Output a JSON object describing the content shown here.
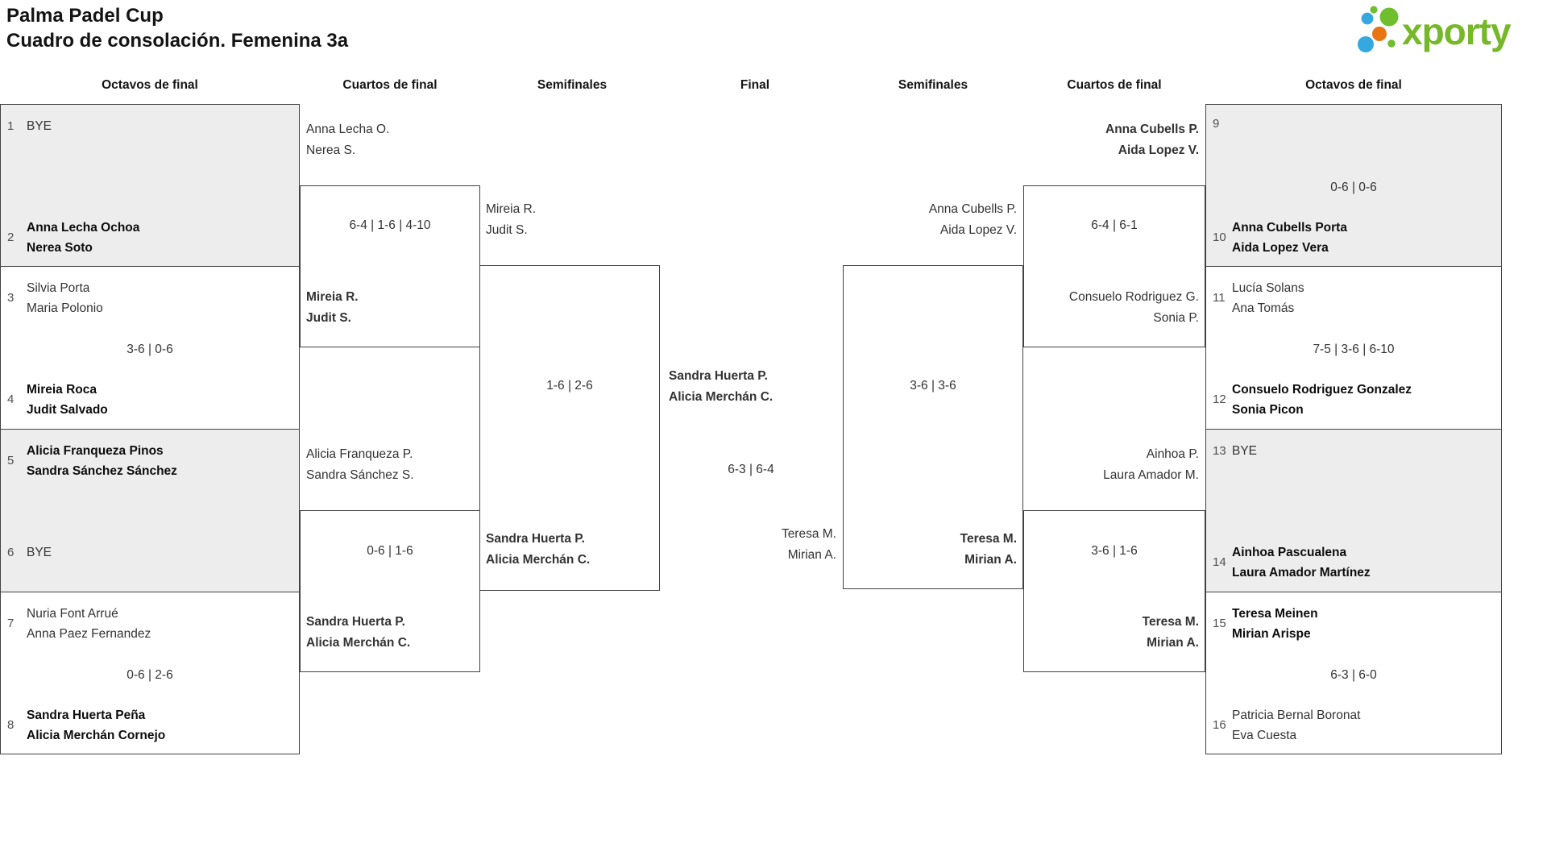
{
  "title": {
    "line1": "Palma Padel Cup",
    "line2": "Cuadro de consolación. Femenina 3a"
  },
  "logo": {
    "brand": "xporty",
    "colors": {
      "green": "#6fbe2e",
      "blue": "#35a8e0",
      "orange": "#e87511",
      "text_green": "#76b82a"
    }
  },
  "headers": {
    "c1": "Octavos de final",
    "c2": "Cuartos de final",
    "c3": "Semifinales",
    "c4": "Final",
    "c5": "Semifinales",
    "c6": "Cuartos de final",
    "c7": "Octavos de final"
  },
  "r16L": [
    {
      "seed_top": "1",
      "top": [
        "BYE",
        ""
      ],
      "score": "",
      "seed_bot": "2",
      "bot": [
        "Anna Lecha Ochoa",
        "Nerea Soto"
      ],
      "winner": "bot"
    },
    {
      "seed_top": "3",
      "top": [
        "Silvia Porta",
        "Maria Polonio"
      ],
      "score": "3-6 | 0-6",
      "seed_bot": "4",
      "bot": [
        "Mireia Roca",
        "Judit Salvado"
      ],
      "winner": "bot"
    },
    {
      "seed_top": "5",
      "top": [
        "Alicia Franqueza Pinos",
        "Sandra Sánchez Sánchez"
      ],
      "score": "",
      "seed_bot": "6",
      "bot": [
        "BYE",
        ""
      ],
      "winner": "top"
    },
    {
      "seed_top": "7",
      "top": [
        "Nuria Font Arrué",
        "Anna Paez Fernandez"
      ],
      "score": "0-6 | 2-6",
      "seed_bot": "8",
      "bot": [
        "Sandra Huerta Peña",
        "Alicia Merchán Cornejo"
      ],
      "winner": "bot"
    }
  ],
  "qfL": [
    {
      "top": [
        "Anna Lecha O.",
        "Nerea S."
      ],
      "score": "6-4 | 1-6 | 4-10",
      "bot": [
        "Mireia R.",
        "Judit S."
      ],
      "winner": "bot"
    },
    {
      "top": [
        "Alicia Franqueza P.",
        "Sandra Sánchez S."
      ],
      "score": "0-6 | 1-6",
      "bot": [
        "Sandra Huerta P.",
        "Alicia Merchán C."
      ],
      "winner": "bot"
    }
  ],
  "sfL": {
    "top": [
      "Mireia R.",
      "Judit S."
    ],
    "score": "1-6 | 2-6",
    "bot": [
      "Sandra Huerta P.",
      "Alicia Merchán C."
    ],
    "winner": "bot"
  },
  "final": {
    "top": [
      "Sandra Huerta P.",
      "Alicia Merchán C."
    ],
    "score": "6-3 | 6-4",
    "bot": [
      "Teresa M.",
      "Mirian A."
    ],
    "winner": "top"
  },
  "sfR": {
    "top": [
      "Anna Cubells P.",
      "Aida Lopez V."
    ],
    "score": "3-6 | 3-6",
    "bot": [
      "Teresa M.",
      "Mirian A."
    ],
    "winner": "bot"
  },
  "qfR": [
    {
      "top": [
        "Anna Cubells P.",
        "Aida Lopez V."
      ],
      "score": "6-4 | 6-1",
      "bot": [
        "Consuelo Rodriguez G.",
        "Sonia P."
      ],
      "winner": "top"
    },
    {
      "top": [
        "Ainhoa P.",
        "Laura Amador M."
      ],
      "score": "3-6 | 1-6",
      "bot": [
        "Teresa M.",
        "Mirian A."
      ],
      "winner": "bot"
    }
  ],
  "r16R": [
    {
      "seed_top": "9",
      "top": [
        "",
        ""
      ],
      "score": "0-6 | 0-6",
      "seed_bot": "10",
      "bot": [
        "Anna Cubells Porta",
        "Aida Lopez Vera"
      ],
      "winner": "bot"
    },
    {
      "seed_top": "11",
      "top": [
        "Lucía Solans",
        "Ana Tomás"
      ],
      "score": "7-5 | 3-6 | 6-10",
      "seed_bot": "12",
      "bot": [
        "Consuelo Rodriguez Gonzalez",
        "Sonia Picon"
      ],
      "winner": "bot"
    },
    {
      "seed_top": "13",
      "top": [
        "BYE",
        ""
      ],
      "score": "",
      "seed_bot": "14",
      "bot": [
        "Ainhoa Pascualena",
        "Laura Amador Martínez"
      ],
      "winner": "bot"
    },
    {
      "seed_top": "15",
      "top": [
        "Teresa Meinen",
        "Mirian Arispe"
      ],
      "score": "6-3 | 6-0",
      "seed_bot": "16",
      "bot": [
        "Patricia Bernal Boronat",
        "Eva Cuesta"
      ],
      "winner": "top"
    }
  ]
}
